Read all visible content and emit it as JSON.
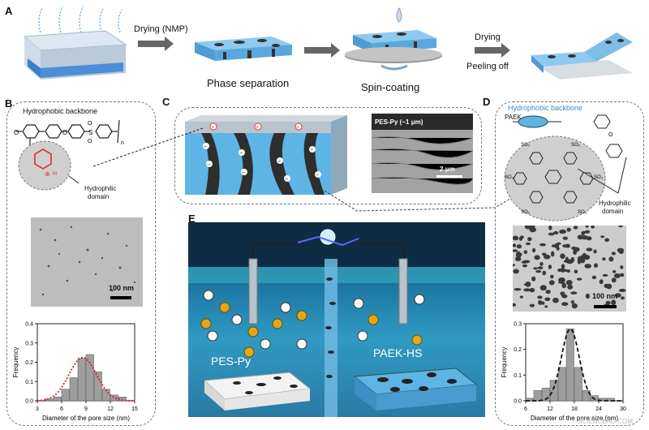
{
  "panels": {
    "a": "A",
    "b": "B",
    "c": "C",
    "d": "D",
    "e": "E"
  },
  "row_a": {
    "step1": "Drying (NMP)",
    "step2": "Phase separation",
    "step3": "Spin-coating",
    "step4_line1": "Drying",
    "step4_line2": "Peeling off"
  },
  "panel_b": {
    "backbone_label": "Hydrophobic backbone",
    "domain_label_1": "Hydrophilic",
    "domain_label_2": "domain",
    "scalebar": "100 nm"
  },
  "panel_c": {
    "layer_label": "PES-Py (~1 μm)",
    "scalebar": "2 μm"
  },
  "panel_d": {
    "backbone_label": "Hydrophobic backbone",
    "paek_label": "PAEK",
    "domain_label_1": "Hydrophilic",
    "domain_label_2": "domain",
    "scalebar": "100 nm"
  },
  "panel_e": {
    "left_label": "PES-Py",
    "right_label": "PAEK-HS"
  },
  "watermark": "SCIENCEAO.COM",
  "colors": {
    "water": "#5fb4e6",
    "dark": "#333",
    "red": "#e53935",
    "gold": "#d9a514",
    "curve_b": "#c62828"
  },
  "chart_data": [
    {
      "type": "bar",
      "panel": "B",
      "xlabel": "Diameter of the pore size (nm)",
      "ylabel": "Frequency",
      "xticks": [
        "3",
        "6",
        "9",
        "12",
        "15"
      ],
      "yticks": [
        "0.0",
        "0.1",
        "0.2",
        "0.3",
        "0.4"
      ],
      "xlim": [
        3,
        15
      ],
      "ylim": [
        0,
        0.4
      ],
      "bins_x": [
        4.5,
        5.5,
        6.5,
        7.5,
        8.5,
        9.5,
        10.5,
        11.5,
        12.5,
        13.5
      ],
      "values": [
        0.01,
        0.02,
        0.06,
        0.12,
        0.22,
        0.24,
        0.15,
        0.06,
        0.03,
        0.02
      ],
      "fit": "gaussian (red dotted)",
      "fit_center": 8.6,
      "fit_peak": 0.225,
      "fit_sigma": 1.7,
      "grid": false
    },
    {
      "type": "bar",
      "panel": "D",
      "xlabel": "Diameter of the pore size (nm)",
      "ylabel": "Frequency",
      "xticks": [
        "6",
        "12",
        "18",
        "24",
        "30"
      ],
      "yticks": [
        "0.0",
        "0.1",
        "0.2",
        "0.3"
      ],
      "xlim": [
        6,
        30
      ],
      "ylim": [
        0,
        0.3
      ],
      "bins_x": [
        7,
        9,
        11,
        13,
        15,
        17,
        19,
        21,
        23,
        25,
        27
      ],
      "values": [
        0.01,
        0.04,
        0.05,
        0.08,
        0.13,
        0.28,
        0.13,
        0.04,
        0.02,
        0.01,
        0.01
      ],
      "fit": "gaussian (black dashed)",
      "fit_center": 17,
      "fit_peak": 0.28,
      "fit_sigma": 2.2,
      "grid": false
    }
  ]
}
